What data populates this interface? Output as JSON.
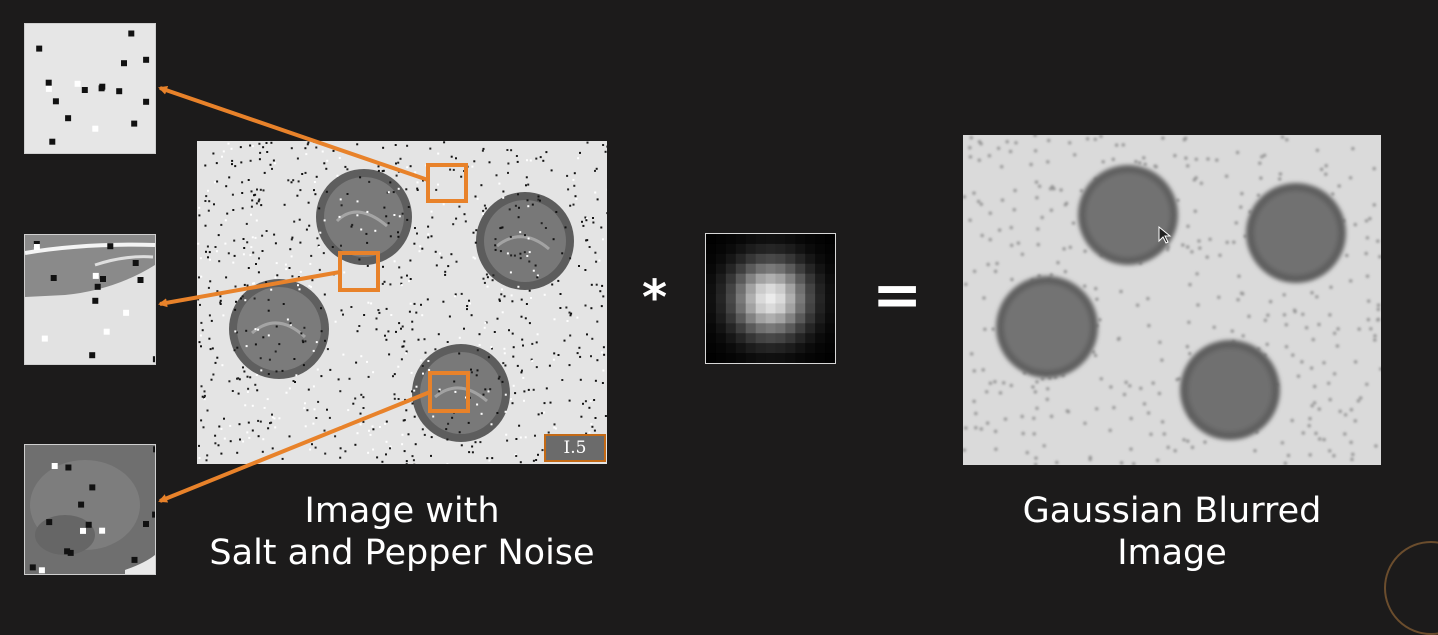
{
  "left_caption": {
    "line1": "Image with",
    "line2": "Salt and Pepper Noise"
  },
  "right_caption": {
    "line1": "Gaussian Blurred",
    "line2": "Image"
  },
  "operators": {
    "convolve": "*",
    "equals": "="
  },
  "badge": "I.5",
  "colors": {
    "background": "#1c1b1b",
    "highlight": "#e8822a",
    "text": "#ffffff"
  },
  "icons": {
    "cursor": "mouse-pointer-icon"
  }
}
